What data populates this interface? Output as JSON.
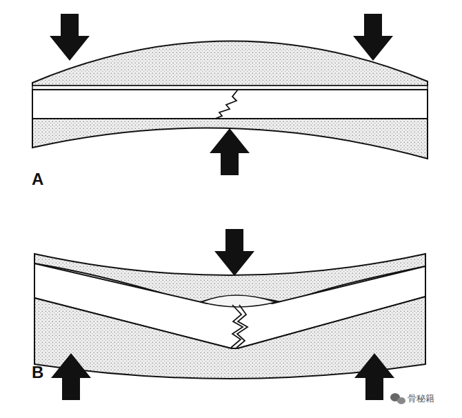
{
  "diagram": {
    "labels": [
      "A",
      "B",
      "骨秘籍"
    ]
  }
}
